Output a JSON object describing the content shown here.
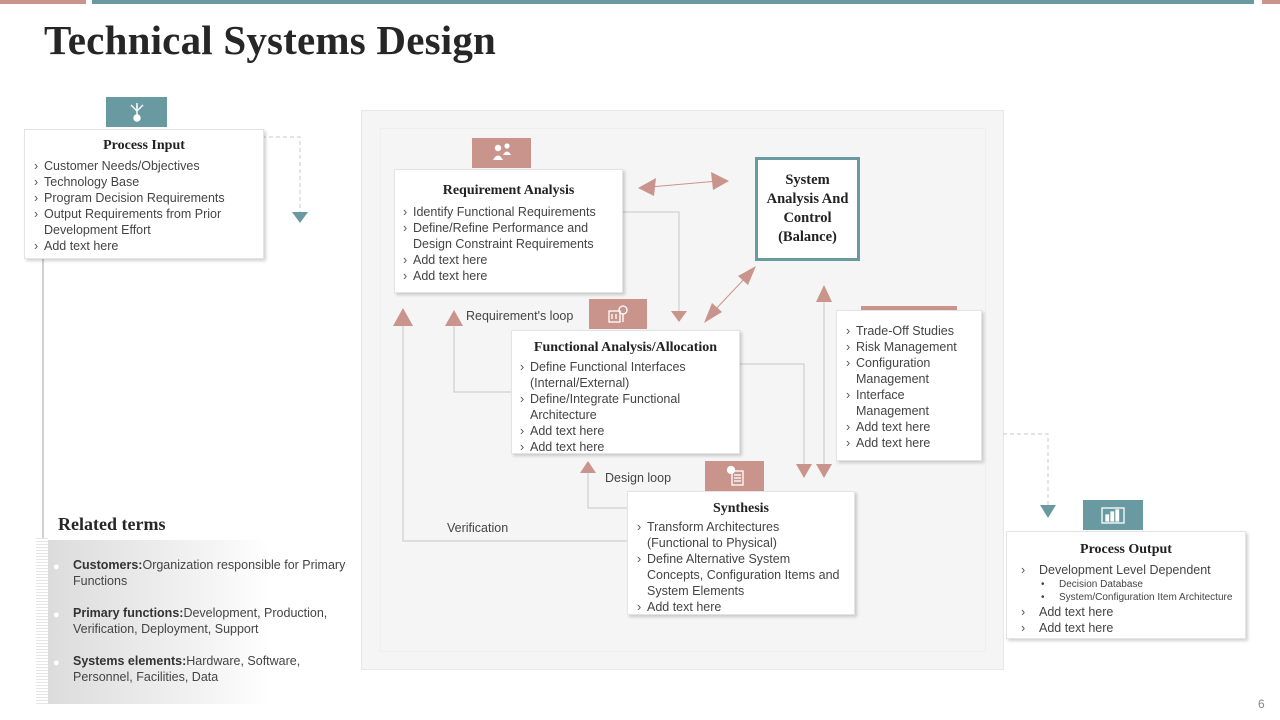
{
  "slide": {
    "title": "Technical Systems Design",
    "page_number": "6"
  },
  "process_input": {
    "title": "Process Input",
    "items": [
      "Customer Needs/Objectives",
      "Technology Base",
      "Program Decision Requirements",
      "Output Requirements from Prior Development Effort",
      "Add text here"
    ]
  },
  "requirement_analysis": {
    "title": "Requirement Analysis",
    "items": [
      "Identify Functional Requirements",
      "Define/Refine Performance and Design Constraint Requirements",
      "Add text here",
      "Add text here"
    ]
  },
  "system_analysis": {
    "title": "System Analysis And Control (Balance)"
  },
  "functional_analysis": {
    "title": "Functional Analysis/Allocation",
    "items": [
      "Define Functional Interfaces (Internal/External)",
      "Define/Integrate Functional Architecture",
      "Add text here",
      "Add text here"
    ]
  },
  "tradeoff": {
    "items": [
      "Trade-Off Studies",
      "Risk Management",
      "Configuration Management",
      "Interface Management",
      "Add text here",
      "Add text here"
    ]
  },
  "synthesis": {
    "title": "Synthesis",
    "items": [
      "Transform Architectures (Functional to Physical)",
      "Define Alternative System Concepts, Configuration Items and System Elements",
      "Add text here"
    ]
  },
  "process_output": {
    "title": "Process Output",
    "lead": "Development Level Dependent",
    "bullets": [
      "Decision Database",
      "System/Configuration Item Architecture"
    ],
    "items": [
      "Add text here",
      "Add text here"
    ]
  },
  "loops": {
    "requirements_loop": "Requirement's loop",
    "design_loop": "Design loop",
    "verification": "Verification"
  },
  "related_terms": {
    "title": "Related terms",
    "items": [
      {
        "term": "Customers:",
        "desc": "Organization responsible for Primary Functions"
      },
      {
        "term": "Primary functions:",
        "desc": "Development, Production, Verification, Deployment, Support"
      },
      {
        "term": "Systems elements:",
        "desc": "Hardware, Software, Personnel, Facilities, Data"
      }
    ]
  },
  "colors": {
    "teal": "#6a9aa1",
    "pink": "#c9948b"
  }
}
